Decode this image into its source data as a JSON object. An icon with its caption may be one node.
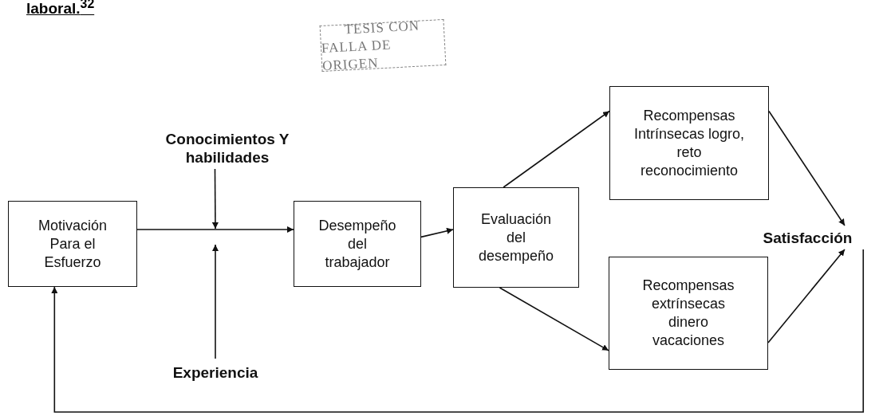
{
  "diagram": {
    "title": "laboral.$^{32}$",
    "nodes": [
      {
        "text": [
          "Motivación Para el Esfuerzo"
        ]
      },
      {
        "text": [
          "Conocimientos Y habilidades"
        ]
      },
      {
        "text": [
          "Experiencia"
        ]
      },
      {
        "text": [
          "Desempeño del trabajador"
        ]
      },
      {
        "text": [
          "Evaluación del desempeño"
        ]
      },
      {
        "text": [
          "Recompensas Intrínsecas logro, reto reconocimiento"
        ]
      },
      {
        "text": [
          "Recompensas extrínsecas dinero vacaciones"
        ]
      },
      {
        "text": [
          "Satisfacción"
        ]
      }
    ],
    "edges": [
      {
        "from": 0,
        "to": 3,
        "arrow": "to"
      },
      {
        "from": 1,
        "to": null,
        "arrow": "to"
      },
      {
        "from": 2,
        "to": null,
        "arrow": "to"
      },
      {
        "from": 3,
        "to": 4,
        "arrow": "to"
      },
      {
        "from": 4,
        "to": 5,
        "arrow": "to"
      },
      {
        "from": 4,
        "to": 6,
        "arrow": "to"
      },
      {
        "from": 5,
        "to": 7,
        "arrow": "to"
      },
      {
        "from": 6,
        "to": 7,
        "arrow": "to"
      },
      {
        "from": 7,
        "to": 0,
        "arrow": "to"
      }
    ],
    "labels": [
      "TESIS CON",
      "FALLA DE ORIGEN"
    ]
  }
}
